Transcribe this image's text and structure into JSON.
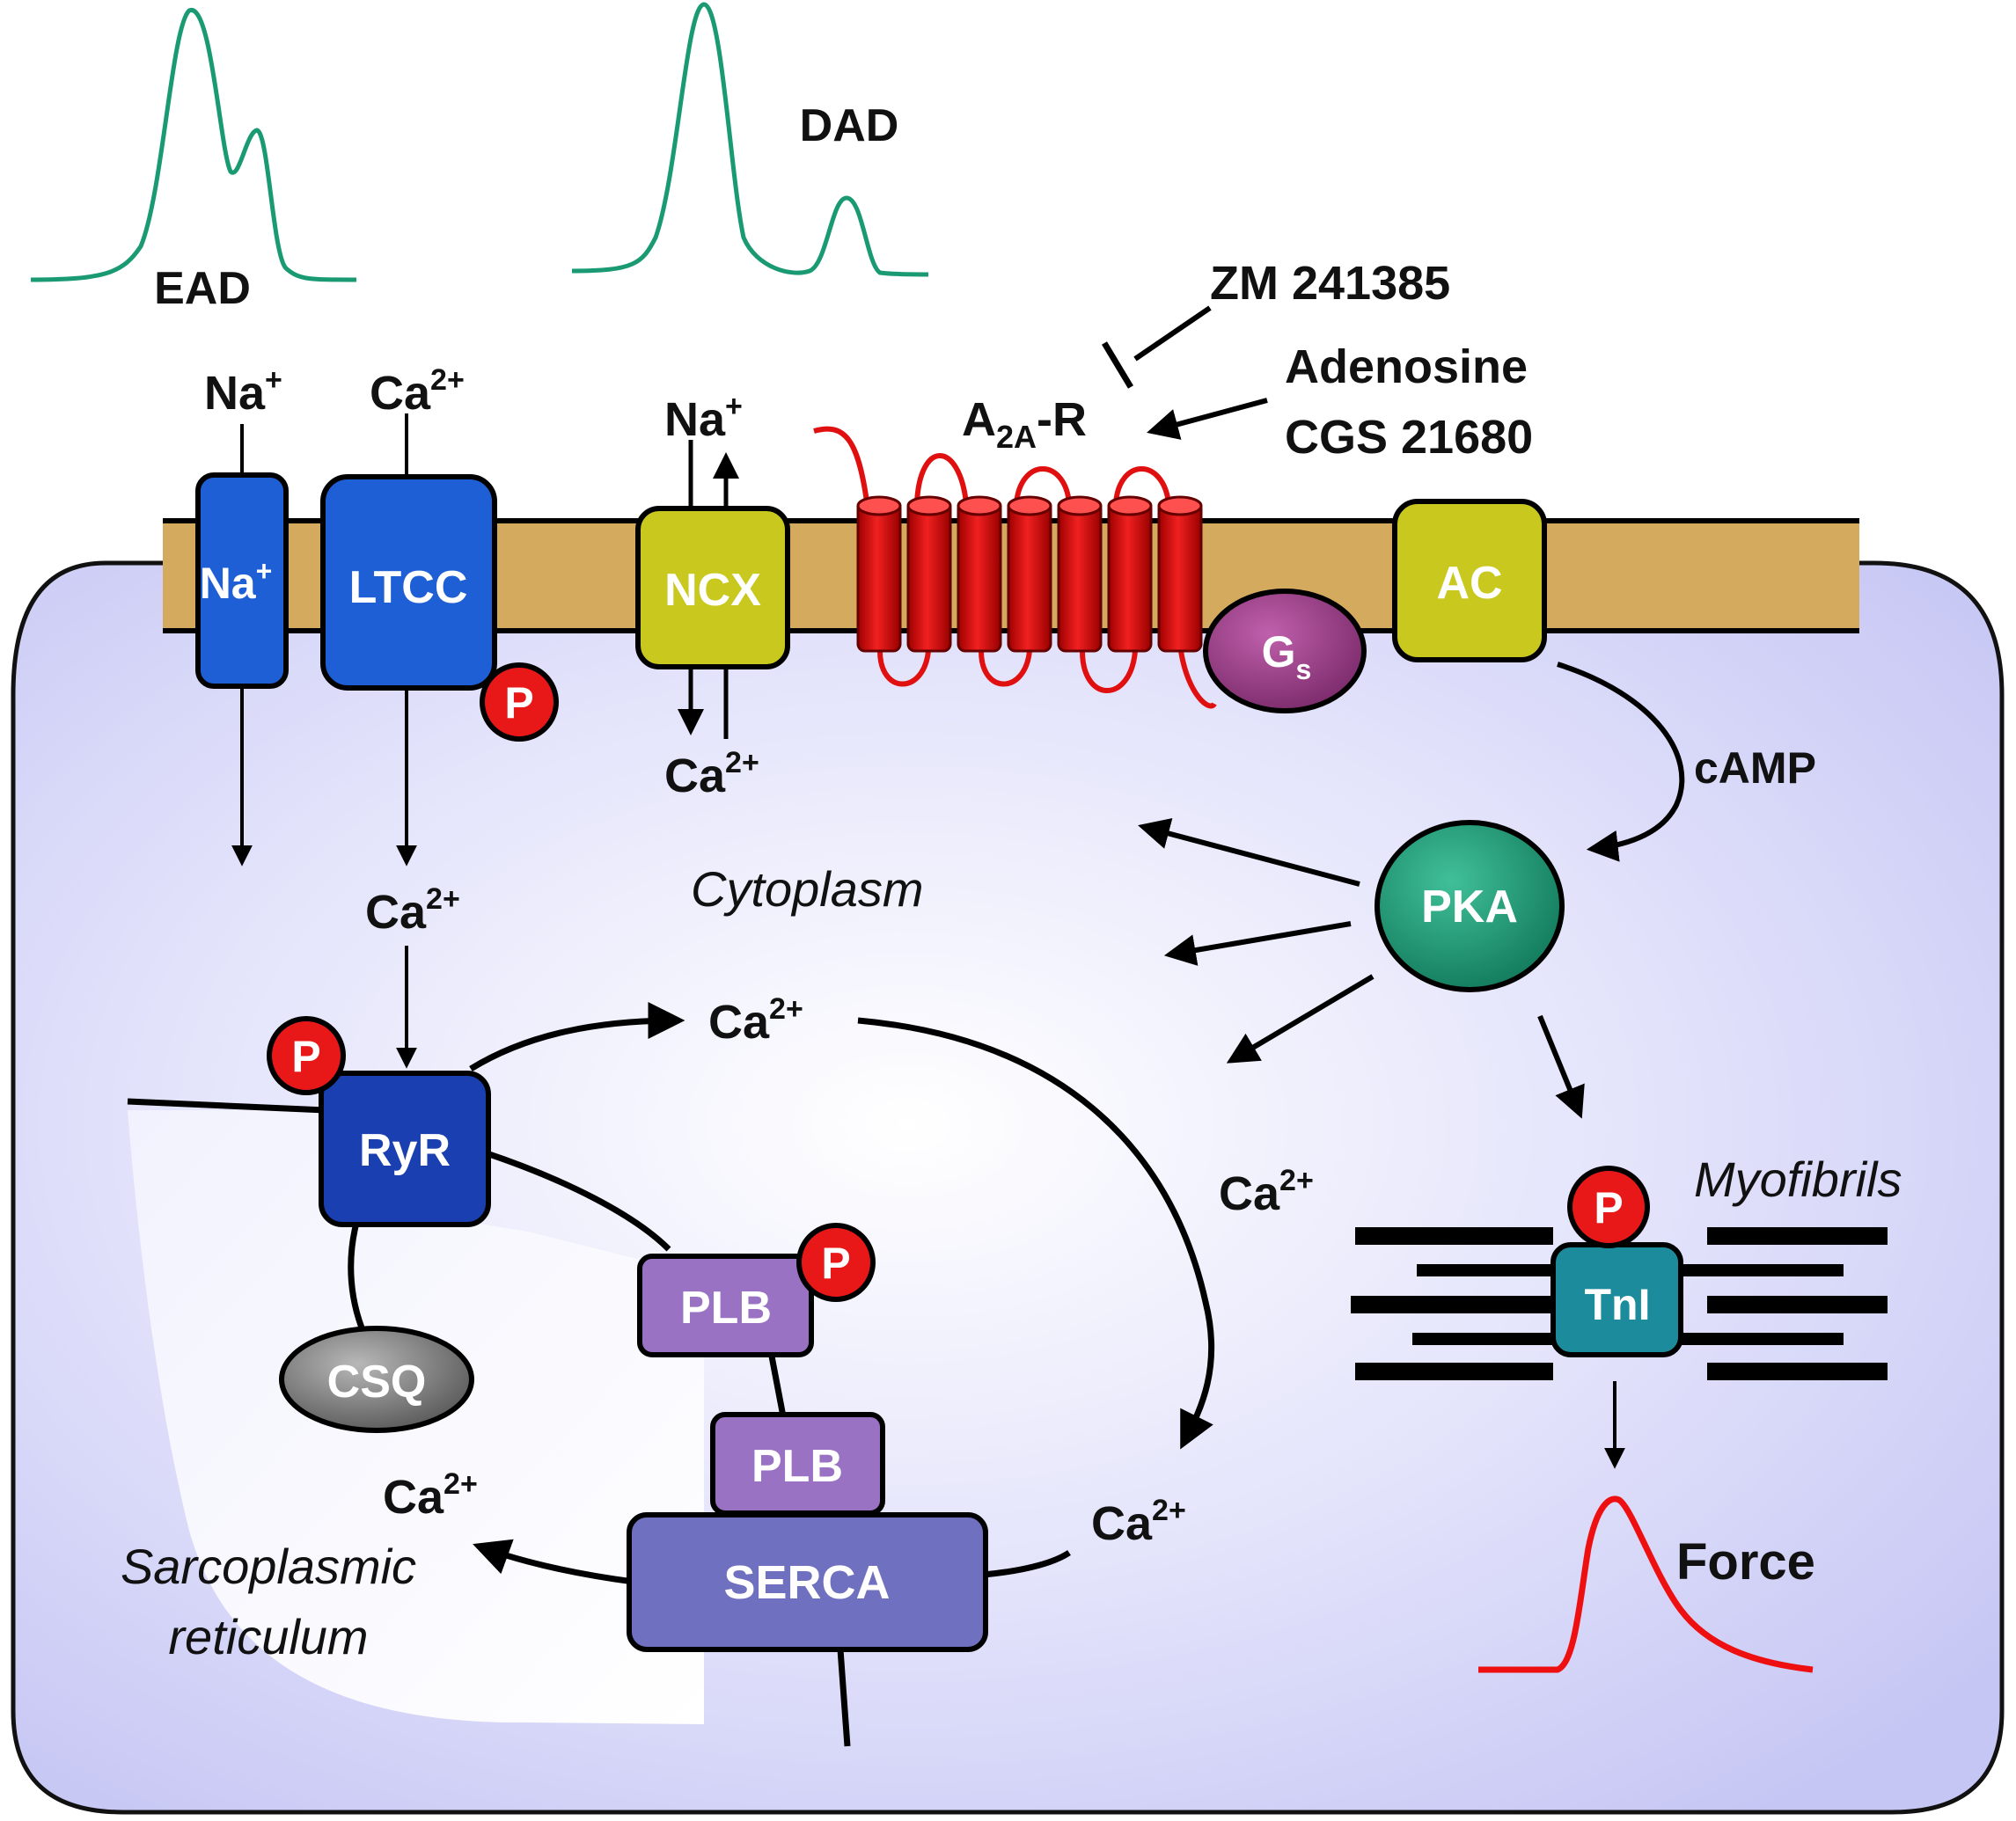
{
  "traces": {
    "ead": "EAD",
    "dad": "DAD"
  },
  "ligands": {
    "antagonist": "ZM 241385",
    "agonist_1": "Adenosine",
    "agonist_2": "CGS 21680"
  },
  "receptor": {
    "base": "A",
    "sub": "2A",
    "suffix": "-R"
  },
  "ions": {
    "na": "Na",
    "na_sup": "+",
    "ca": "Ca",
    "ca_sup": "2+"
  },
  "proteins": {
    "na_channel": "Na",
    "na_channel_sup": "+",
    "ltcc": "LTCC",
    "ncx": "NCX",
    "gs": "G",
    "gs_sub": "s",
    "ac": "AC",
    "pka": "PKA",
    "ryr": "RyR",
    "csq": "CSQ",
    "plb": "PLB",
    "serca": "SERCA",
    "tni": "TnI"
  },
  "phospho": "P",
  "messenger": "cAMP",
  "compartments": {
    "cytoplasm": "Cytoplasm",
    "myofibrils": "Myofibrils",
    "sr_line1": "Sarcoplasmic",
    "sr_line2": "reticulum"
  },
  "output": "Force",
  "colors": {
    "cell": "#c8c8f4",
    "membrane": "#d4aa5e",
    "blue_channel": "#1f5fd6",
    "ryr": "#1a3fb0",
    "yellow": "#c8c81e",
    "receptor": "#e01010",
    "gs": "#9a3a86",
    "pka": "#1d9a76",
    "tni": "#1c8c9c",
    "plb": "#9a72c4",
    "serca": "#7070c0",
    "csq": "#808080",
    "phospho": "#e81818",
    "trace_green": "#1a9a72",
    "force_red": "#ee1010"
  }
}
